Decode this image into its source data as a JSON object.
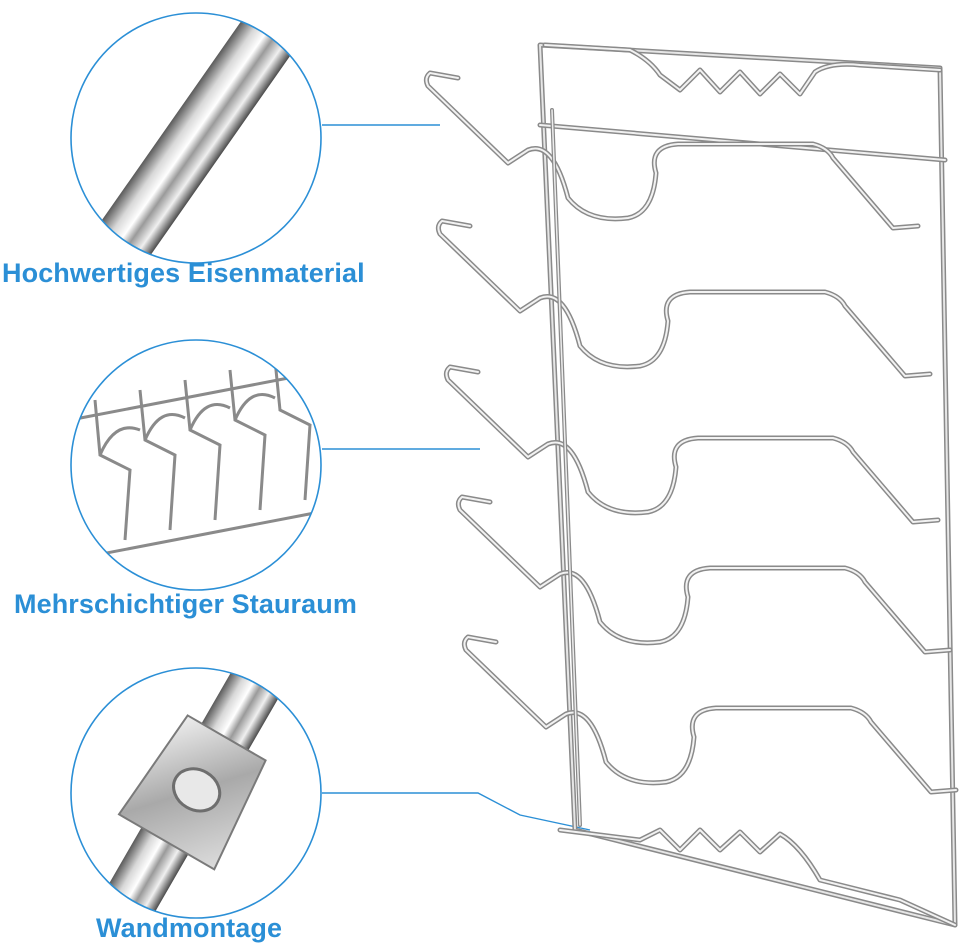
{
  "features": [
    {
      "label": "Hochwertiges Eisenmaterial",
      "detail_icon": "chrome-tube-icon"
    },
    {
      "label": "Mehrschichtiger Stauraum",
      "detail_icon": "wire-rack-icon"
    },
    {
      "label": "Wandmontage",
      "detail_icon": "mounting-bracket-icon"
    }
  ],
  "colors": {
    "accent": "#2b8fd6",
    "label_text": "#2b8fd6",
    "circle_stroke": "#2b8fd6",
    "wire": "#8a8a8a",
    "wire_highlight": "#e6e6e6",
    "background": "#ffffff"
  }
}
